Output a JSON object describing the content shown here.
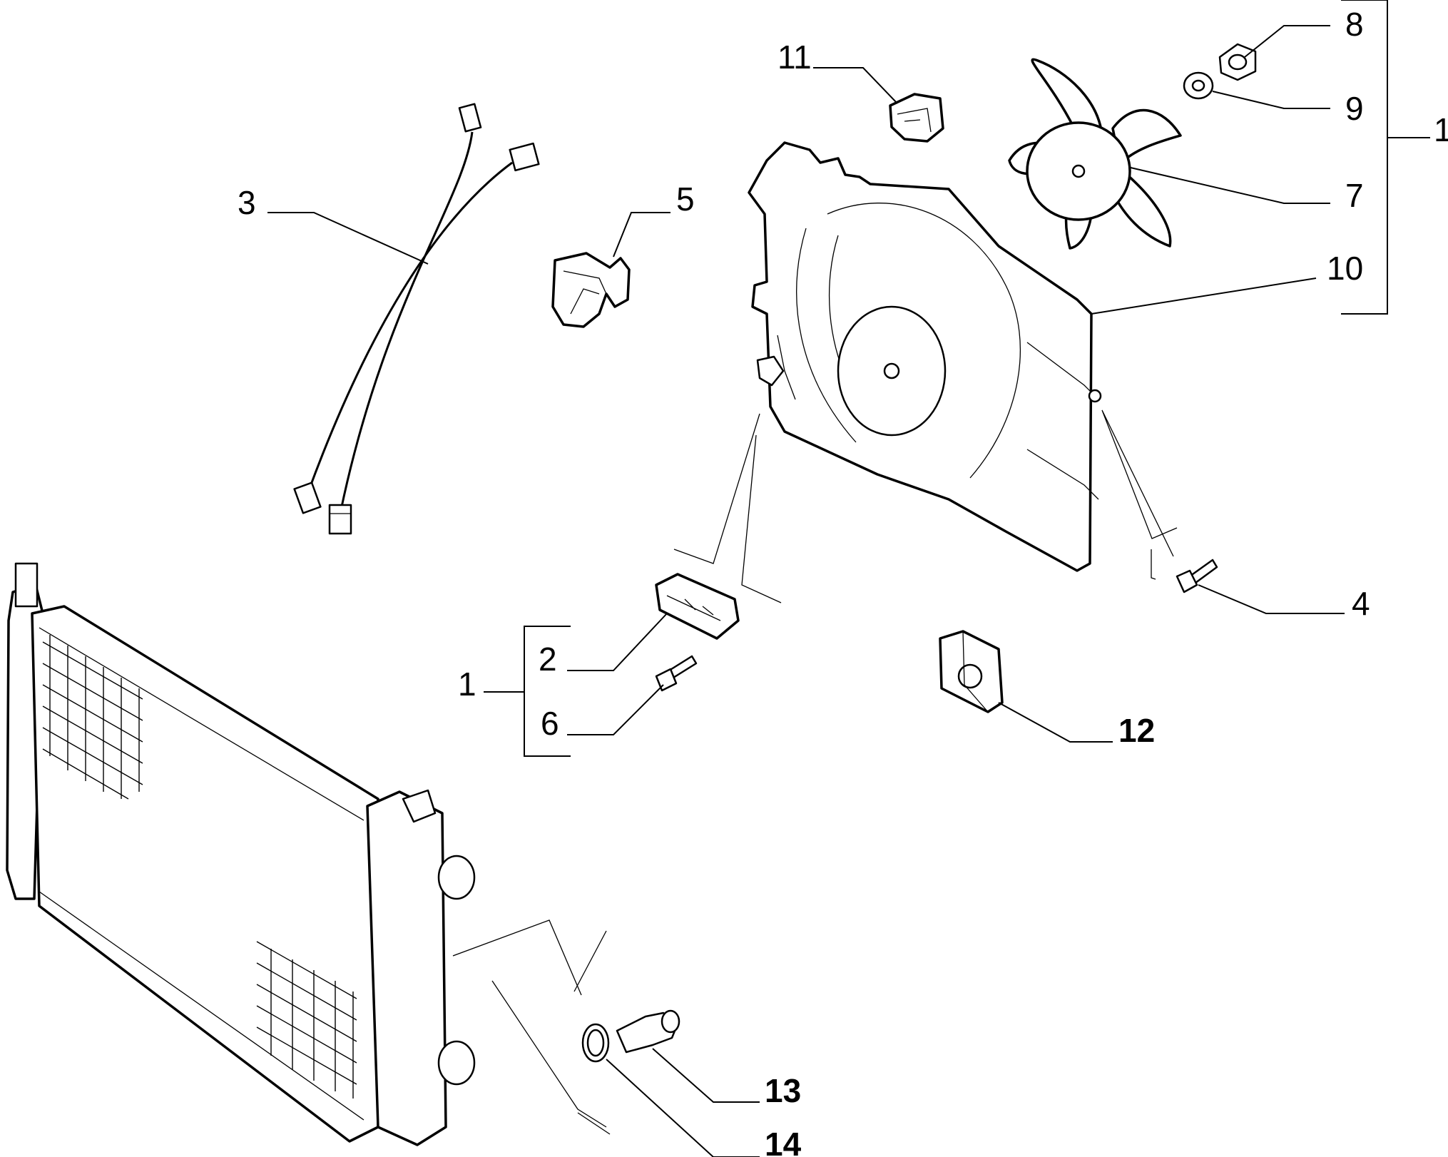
{
  "labels": {
    "c1_top": "1",
    "c1_bottom": "1",
    "p2": "2",
    "p3": "3",
    "p4": "4",
    "p5": "5",
    "p6": "6",
    "p7": "7",
    "p8": "8",
    "p9": "9",
    "p10": "10",
    "p11": "11",
    "p12": "12",
    "p13": "13",
    "p14": "14"
  }
}
